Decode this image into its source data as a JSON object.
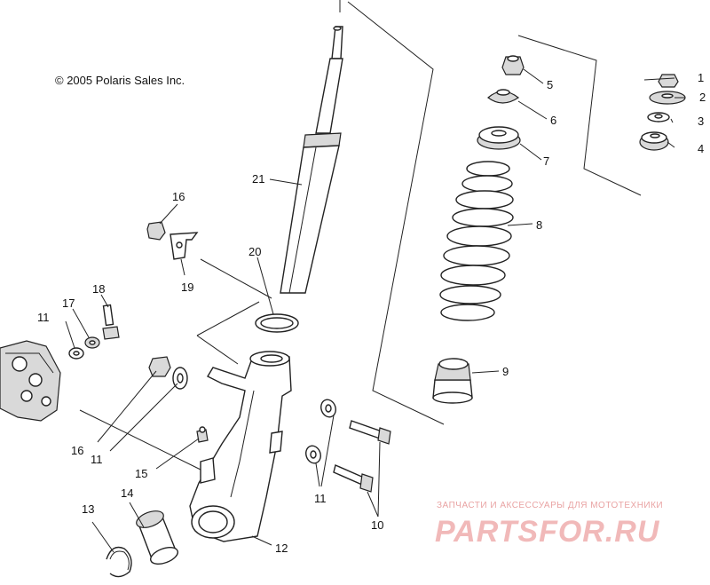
{
  "copyright": "© 2005 Polaris Sales Inc.",
  "callouts": {
    "c1": "1",
    "c2": "2",
    "c3": "3",
    "c4": "4",
    "c5": "5",
    "c6": "6",
    "c7": "7",
    "c8": "8",
    "c9": "9",
    "c10": "10",
    "c11a": "11",
    "c11b": "11",
    "c11c": "11",
    "c12": "12",
    "c13": "13",
    "c14": "14",
    "c15": "15",
    "c16a": "16",
    "c16b": "16",
    "c17": "17",
    "c18": "18",
    "c19": "19",
    "c20": "20",
    "c21": "21"
  },
  "watermark": {
    "tagline": "ЗАПЧАСТИ И АКСЕССУАРЫ ДЛЯ МОТОТЕХНИКИ",
    "brand": "PARTSFOR.RU"
  }
}
